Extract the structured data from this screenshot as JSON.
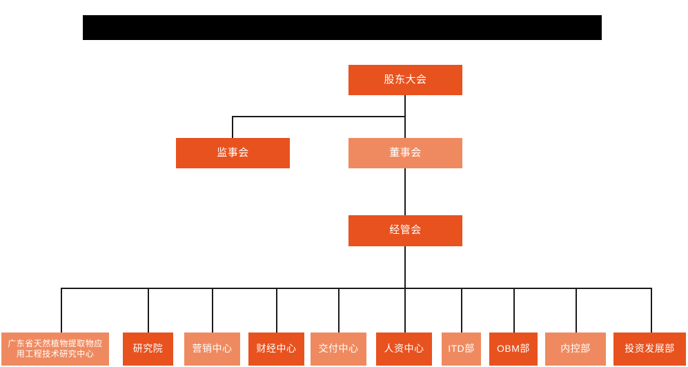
{
  "page": {
    "title_bar": {
      "name": "redacted-title-bar",
      "content": ""
    },
    "background_color": "#ffffff",
    "line_color": "#1a1a1a"
  },
  "palette": {
    "primary_dark": "#e8521f",
    "primary_light": "#ef8a60",
    "text_on_fill": "#ffffff"
  },
  "chart_data": {
    "type": "diagram",
    "diagram_kind": "organizational-chart",
    "title": "",
    "levels": [
      {
        "level": 1,
        "nodes": [
          {
            "id": "shareholders",
            "label": "股东大会",
            "fill": "#e8521f",
            "tone": "dark"
          }
        ]
      },
      {
        "level": 2,
        "nodes": [
          {
            "id": "supervisors",
            "label": "监事会",
            "fill": "#e8521f",
            "tone": "dark"
          },
          {
            "id": "directors",
            "label": "董事会",
            "fill": "#ef8a60",
            "tone": "light"
          }
        ]
      },
      {
        "level": 3,
        "nodes": [
          {
            "id": "management",
            "label": "经管会",
            "fill": "#e8521f",
            "tone": "dark"
          }
        ]
      },
      {
        "level": 4,
        "nodes": [
          {
            "id": "dept-01",
            "label": "广东省天然植物提取物应\n用工程技术研究中心",
            "fill": "#ef8a60",
            "tone": "light"
          },
          {
            "id": "dept-02",
            "label": "研究院",
            "fill": "#e8521f",
            "tone": "dark"
          },
          {
            "id": "dept-03",
            "label": "营销中心",
            "fill": "#ef8a60",
            "tone": "light"
          },
          {
            "id": "dept-04",
            "label": "财经中心",
            "fill": "#e8521f",
            "tone": "dark"
          },
          {
            "id": "dept-05",
            "label": "交付中心",
            "fill": "#ef8a60",
            "tone": "light"
          },
          {
            "id": "dept-06",
            "label": "人资中心",
            "fill": "#e8521f",
            "tone": "dark"
          },
          {
            "id": "dept-07",
            "label": "ITD部",
            "fill": "#ef8a60",
            "tone": "light"
          },
          {
            "id": "dept-08",
            "label": "OBM部",
            "fill": "#e8521f",
            "tone": "dark"
          },
          {
            "id": "dept-09",
            "label": "内控部",
            "fill": "#ef8a60",
            "tone": "light"
          },
          {
            "id": "dept-10",
            "label": "投资发展部",
            "fill": "#e8521f",
            "tone": "dark"
          }
        ]
      }
    ],
    "edges": [
      {
        "from": "shareholders",
        "to": "supervisors"
      },
      {
        "from": "shareholders",
        "to": "directors"
      },
      {
        "from": "directors",
        "to": "management"
      },
      {
        "from": "management",
        "to": "dept-01"
      },
      {
        "from": "management",
        "to": "dept-02"
      },
      {
        "from": "management",
        "to": "dept-03"
      },
      {
        "from": "management",
        "to": "dept-04"
      },
      {
        "from": "management",
        "to": "dept-05"
      },
      {
        "from": "management",
        "to": "dept-06"
      },
      {
        "from": "management",
        "to": "dept-07"
      },
      {
        "from": "management",
        "to": "dept-08"
      },
      {
        "from": "management",
        "to": "dept-09"
      },
      {
        "from": "management",
        "to": "dept-10"
      }
    ]
  }
}
